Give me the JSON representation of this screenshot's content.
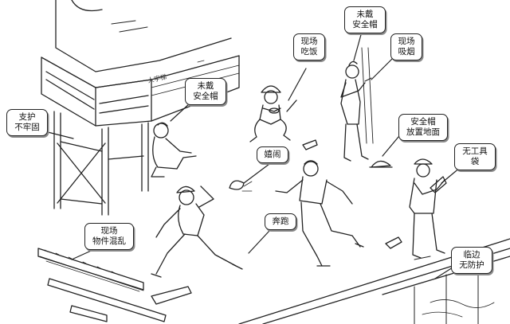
{
  "scene": {
    "structure_marking": "人字梯"
  },
  "callouts": [
    {
      "id": "support-unstable",
      "text": "支护\n不牢固"
    },
    {
      "id": "no-helmet-left",
      "text": "未戴\n安全帽"
    },
    {
      "id": "eating-onsite",
      "text": "现场\n吃饭"
    },
    {
      "id": "no-helmet-top",
      "text": "未戴\n安全帽"
    },
    {
      "id": "smoking-onsite",
      "text": "现场\n吸烟"
    },
    {
      "id": "helmet-on-ground",
      "text": "安全帽\n放置地面"
    },
    {
      "id": "horseplay",
      "text": "嬉闹"
    },
    {
      "id": "no-tool-bag",
      "text": "无工具\n袋"
    },
    {
      "id": "running",
      "text": "奔跑"
    },
    {
      "id": "materials-messy",
      "text": "现场\n物件混乱"
    },
    {
      "id": "edge-unprotected",
      "text": "临边\n无防护"
    }
  ]
}
